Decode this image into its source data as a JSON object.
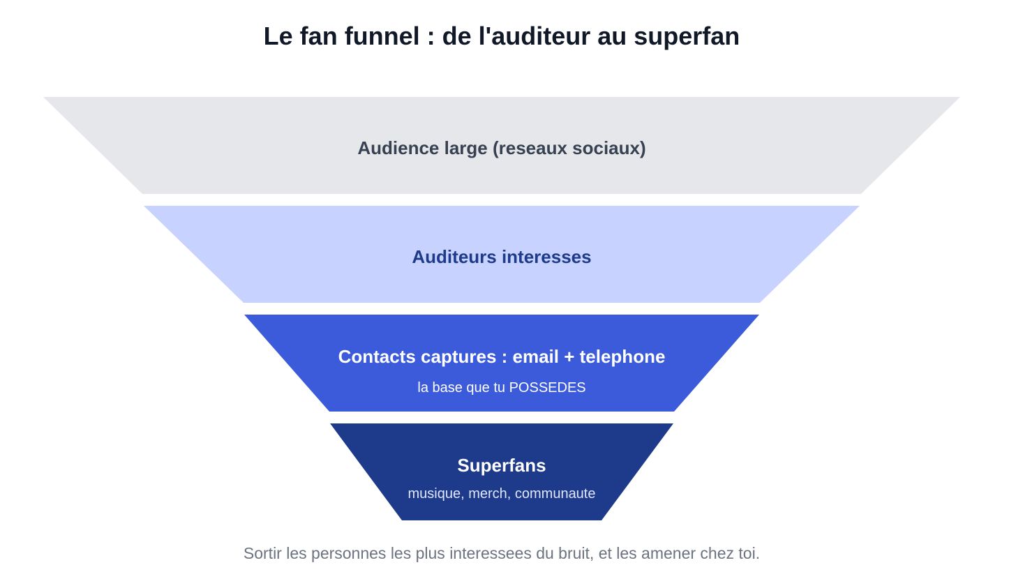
{
  "title": "Le fan funnel : de l'auditeur au superfan",
  "stages": [
    {
      "label": "Audience large (reseaux sociaux)",
      "sublabel": "",
      "fill": "#e5e7eb",
      "text_color": "#374151",
      "sub_color": "#374151"
    },
    {
      "label": "Auditeurs interesses",
      "sublabel": "",
      "fill": "#c7d2fe",
      "text_color": "#1e3a8a",
      "sub_color": "#1e3a8a"
    },
    {
      "label": "Contacts captures : email + telephone",
      "sublabel": "la base que tu POSSEDES",
      "fill": "#3b5bdb",
      "text_color": "#ffffff",
      "sub_color": "#ffffff"
    },
    {
      "label": "Superfans",
      "sublabel": "musique, merch, communaute",
      "fill": "#1e3a8a",
      "text_color": "#ffffff",
      "sub_color": "#e0e7ff"
    }
  ],
  "footer": "Sortir les personnes les plus interessees du bruit, et les amener chez toi."
}
